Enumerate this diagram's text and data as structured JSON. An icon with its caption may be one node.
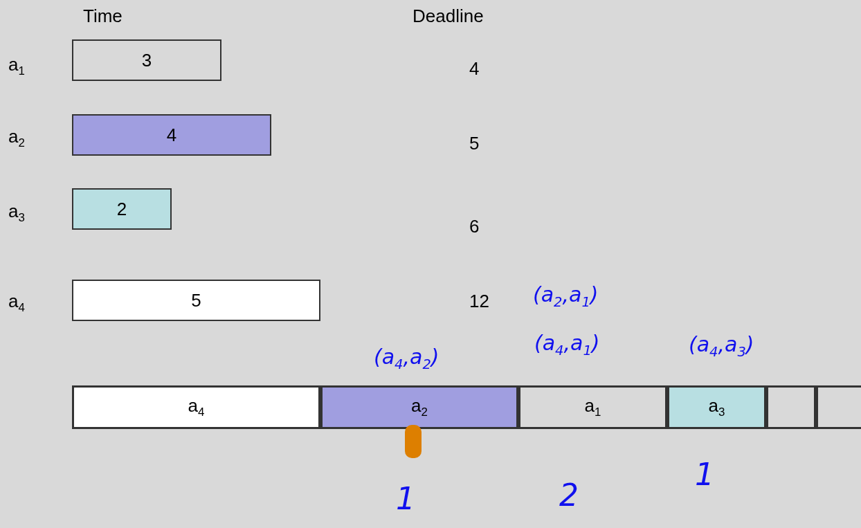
{
  "diagram": {
    "nodes": [
      {
        "text": [
          "3"
        ]
      },
      {
        "text": [
          "4"
        ]
      },
      {
        "text": [
          "2"
        ]
      },
      {
        "text": [
          "5"
        ]
      },
      {
        "text": [
          "a$_{4}$"
        ]
      },
      {
        "text": [
          "a$_{2}$"
        ]
      },
      {
        "text": [
          "a$_{1}$"
        ]
      },
      {
        "text": [
          "a$_{3}$"
        ]
      },
      {
        "text": [],
        "shape": "box"
      },
      {
        "text": [],
        "shape": "box"
      }
    ],
    "edges": [],
    "labels": [
      "Time",
      "Deadline",
      "a$_{1}$",
      "4",
      "a$_{2}$",
      "5",
      "a$_{3}$",
      "6",
      "a$_{4}$",
      "12",
      "(a$_{2}$,a$_{1}$)",
      "(a$_{4}$,a$_{2}$)",
      "(a$_{4}$,a$_{1}$)",
      "(a$_{4}$,a$_{3}$)",
      "1",
      "2",
      "1"
    ]
  }
}
